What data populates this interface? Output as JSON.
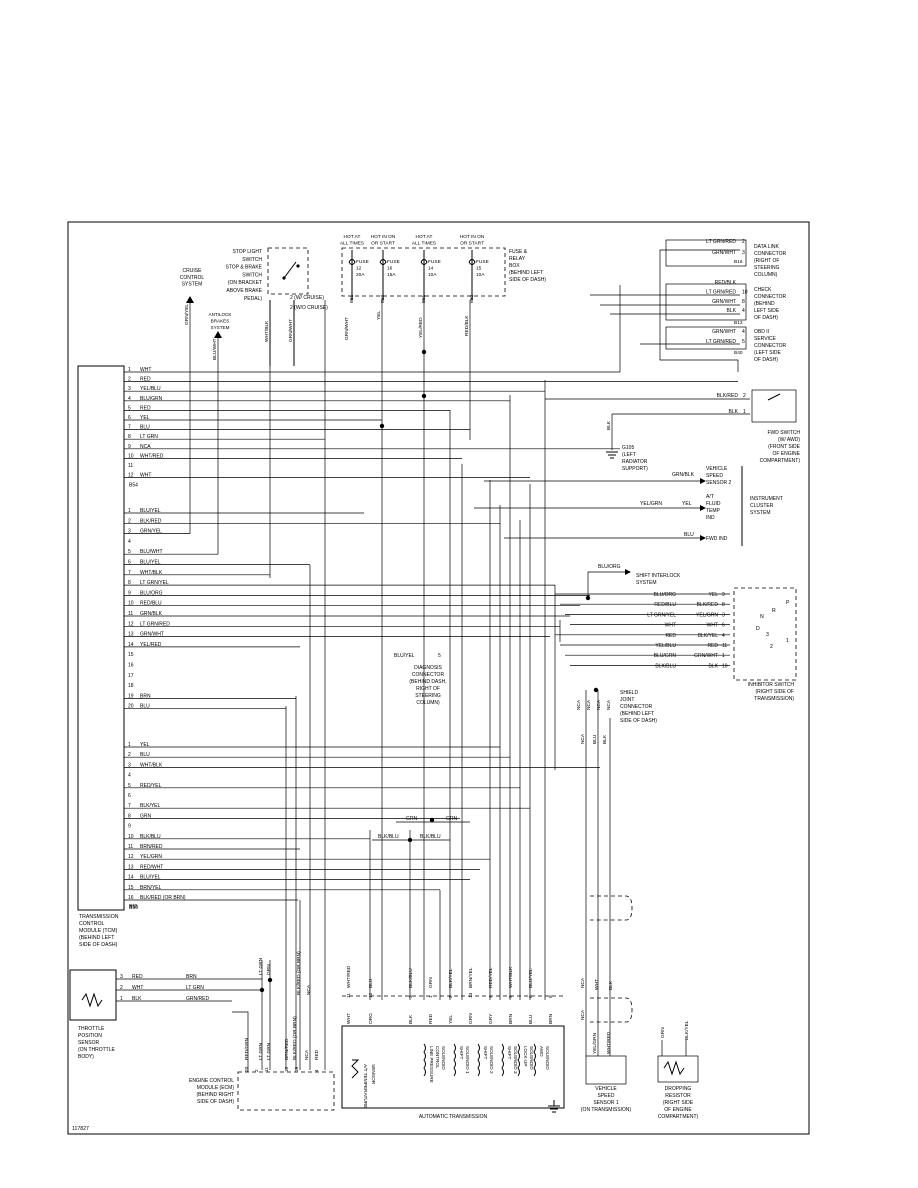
{
  "figure_id": "117827",
  "tcm": {
    "title": [
      "TRANSMISSION",
      "CONTROL",
      "MODULE (TCM)",
      "(BEHIND LEFT",
      "SIDE OF DASH)"
    ],
    "connectors": [
      {
        "name": "B54",
        "pins": [
          {
            "n": "1",
            "color": "WHT"
          },
          {
            "n": "2",
            "color": "RED"
          },
          {
            "n": "3",
            "color": "YEL/BLU"
          },
          {
            "n": "4",
            "color": "BLU/GRN"
          },
          {
            "n": "5",
            "color": "RED"
          },
          {
            "n": "6",
            "color": "YEL"
          },
          {
            "n": "7",
            "color": "BLU"
          },
          {
            "n": "8",
            "color": "LT GRN"
          },
          {
            "n": "9",
            "color": "NCA"
          },
          {
            "n": "10",
            "color": "WHT/RED"
          },
          {
            "n": "11",
            "color": ""
          },
          {
            "n": "12",
            "color": "WHT"
          }
        ]
      },
      {
        "name": "",
        "pins": [
          {
            "n": "1",
            "color": "BLU/YEL"
          },
          {
            "n": "2",
            "color": "BLK/RED"
          },
          {
            "n": "3",
            "color": "GRN/YEL"
          },
          {
            "n": "4",
            "color": ""
          },
          {
            "n": "5",
            "color": "BLU/WHT"
          },
          {
            "n": "6",
            "color": "BLU/YEL"
          },
          {
            "n": "7",
            "color": "WHT/BLK"
          },
          {
            "n": "8",
            "color": "LT GRN/YEL"
          },
          {
            "n": "9",
            "color": "BLU/ORG"
          },
          {
            "n": "10",
            "color": "RED/BLU"
          },
          {
            "n": "11",
            "color": "GRN/BLK"
          },
          {
            "n": "12",
            "color": "LT GRN/RED"
          },
          {
            "n": "13",
            "color": "GRN/WHT"
          },
          {
            "n": "14",
            "color": "YEL/RED"
          },
          {
            "n": "15",
            "color": ""
          },
          {
            "n": "16",
            "color": ""
          },
          {
            "n": "17",
            "color": ""
          },
          {
            "n": "18",
            "color": ""
          },
          {
            "n": "19",
            "color": "BRN"
          },
          {
            "n": "20",
            "color": "BLU"
          }
        ]
      },
      {
        "name": "B56",
        "pins": [
          {
            "n": "1",
            "color": "YEL"
          },
          {
            "n": "2",
            "color": "BLU"
          },
          {
            "n": "3",
            "color": "WHT/BLK"
          },
          {
            "n": "4",
            "color": ""
          },
          {
            "n": "5",
            "color": "RED/YEL"
          },
          {
            "n": "6",
            "color": ""
          },
          {
            "n": "7",
            "color": "BLK/YEL"
          },
          {
            "n": "8",
            "color": "GRN"
          },
          {
            "n": "9",
            "color": ""
          },
          {
            "n": "10",
            "color": "BLK/BLU"
          },
          {
            "n": "11",
            "color": "BRN/RED"
          },
          {
            "n": "12",
            "color": "YEL/GRN"
          },
          {
            "n": "13",
            "color": "RED/WHT"
          },
          {
            "n": "14",
            "color": "BLU/YEL"
          },
          {
            "n": "15",
            "color": "BRN/YEL"
          },
          {
            "n": "16",
            "color": "BLK/RED (OR BRN)"
          }
        ]
      }
    ],
    "bottom_connector": "B55"
  },
  "top": {
    "stop_light_switch": [
      "STOP LIGHT",
      "SWITCH",
      "STOP & BRAKE",
      "SWITCH",
      "(ON BRACKET",
      "ABOVE BRAKE",
      "PEDAL)"
    ],
    "stop_pins": [
      "2 (W/ CRUISE)",
      "2 (W/O CRUISE)"
    ],
    "cruise": [
      "CRUISE",
      "CONTROL",
      "SYSTEM"
    ],
    "antilock": [
      "ANTILOCK",
      "BRAKES",
      "SYSTEM"
    ],
    "hot_labels": [
      [
        "HOT AT",
        "ALL TIMES"
      ],
      [
        "HOT IN ON",
        "OR START"
      ],
      [
        "HOT AT",
        "ALL TIMES"
      ],
      [
        "HOT IN ON",
        "OR START"
      ]
    ],
    "fuses": [
      [
        "FUSE",
        "12",
        "20A"
      ],
      [
        "FUSE",
        "16",
        "15A"
      ],
      [
        "FUSE",
        "14",
        "10A"
      ],
      [
        "FUSE",
        "15",
        "10A"
      ]
    ],
    "fuse_box": [
      "FUSE &",
      "RELAY",
      "BOX",
      "(BEHIND LEFT",
      "SIDE OF DASH)"
    ],
    "fuse_pins": [
      "B51",
      "B50",
      "B51",
      "B52"
    ],
    "wires": [
      "GRN/YEL",
      "BLU/WHT",
      "WHT/BLK",
      "GRN/WHT",
      "GRN/WHT",
      "YEL",
      "YEL/RED",
      "RED/BLK"
    ]
  },
  "right": {
    "data_link": [
      "DATA LINK",
      "CONNECTOR",
      "(RIGHT OF",
      "STEERING",
      "COLUMN)"
    ],
    "data_link_wires": [
      [
        "LT GRN/RED",
        "2"
      ],
      [
        "GRN/WHT",
        "3"
      ]
    ],
    "data_link_conn": "B16",
    "check": [
      "CHECK",
      "CONNECTOR",
      "(BEHIND",
      "LEFT SIDE",
      "OF DASH)"
    ],
    "check_wires": [
      [
        "RED/BLK",
        ""
      ],
      [
        "LT GRN/RED",
        "10"
      ],
      [
        "GRN/WHT",
        "8"
      ],
      [
        "BLK",
        "4"
      ]
    ],
    "check_conn": "B13",
    "obd": [
      "OBD II",
      "SERVICE",
      "CONNECTOR",
      "(LEFT SIDE",
      "OF DASH)"
    ],
    "obd_wires": [
      [
        "GRN/WHT",
        "4"
      ],
      [
        "LT GRN/RED",
        "5"
      ]
    ],
    "obd_conn": "B40",
    "fwd": [
      "FWD SWITCH",
      "(W/ AWD)",
      "(FRONT SIDE",
      "OF ENGINE",
      "COMPARTMENT)"
    ],
    "fwd_wires": [
      [
        "BLK/RED",
        "2"
      ],
      [
        "BLK",
        "1"
      ]
    ],
    "ground": [
      "G105",
      "(LEFT",
      "RADIATOR",
      "SUPPORT)"
    ],
    "vss2": [
      "VEHICLE",
      "SPEED",
      "SENSOR 2"
    ],
    "vss2_wire": "GRN/BLK",
    "at_fluid": [
      "A/T",
      "FLUID",
      "TEMP",
      "IND"
    ],
    "at_wires": [
      "YEL/GRN",
      "YEL"
    ],
    "fwd_ind": "FWD IND",
    "fwd_ind_wire": "BLU",
    "cluster": [
      "INSTRUMENT",
      "CLUSTER",
      "SYSTEM"
    ],
    "shift_interlock": [
      "SHIFT INTERLOCK",
      "SYSTEM"
    ],
    "shift_interlock_wire": "BLU/ORG",
    "inhibitor": [
      "INHIBITOR SWITCH",
      "(RIGHT SIDE OF",
      "TRANSMISSION)"
    ],
    "inhibitor_rows": [
      [
        "BLU/ORG",
        "YEL",
        "9"
      ],
      [
        "RED/BLU",
        "BLK/RED",
        "8"
      ],
      [
        "LT GRN/YEL",
        "YEL/GRN",
        "3"
      ],
      [
        "WHT",
        "WHT",
        "6"
      ],
      [
        "RED",
        "BLK/YEL",
        "4"
      ],
      [
        "YEL/BLU",
        "RED",
        "11"
      ],
      [
        "BLU/GRN",
        "GRN/WHT",
        "1"
      ],
      [
        "BLK/BLU",
        "BLK",
        "10"
      ]
    ],
    "inhibitor_positions": [
      "P",
      "R",
      "N",
      "D",
      "3",
      "2",
      "1"
    ],
    "diag": [
      "DIAGNOSIS",
      "CONNECTOR",
      "(BEHIND DASH,",
      "RIGHT OF",
      "STEERING",
      "COLUMN)"
    ],
    "diag_wire": [
      "BLU/YEL",
      "5"
    ],
    "shield": [
      "SHIELD",
      "JOINT",
      "CONNECTOR",
      "(BEHIND LEFT",
      "SIDE OF DASH)"
    ],
    "shield_wires": [
      "NCA",
      "NCA",
      "NCA",
      "NCA",
      "BLU",
      "BLK"
    ]
  },
  "bottom": {
    "throttle": [
      "THROTTLE",
      "POSITION",
      "SENSOR",
      "(ON THROTTLE",
      "BODY)"
    ],
    "throttle_wires": [
      [
        "3",
        "RED",
        "BRN"
      ],
      [
        "2",
        "WHT",
        "LT GRN"
      ],
      [
        "1",
        "BLK",
        "GRN/RED"
      ]
    ],
    "ecm": [
      "ENGINE CONTROL",
      "MODULE (ECM)",
      "(BEHIND RIGHT",
      "SIDE OF DASH)"
    ],
    "ecm_wires": [
      "RED/GRN",
      "LT GRN",
      "LT GRN",
      "BRN/RED",
      "BLK/RED (OR BRN)",
      "NCA",
      "RED"
    ],
    "ecm_upper": [
      "LT GRN",
      "GRN",
      "BLK/RED (OR BRN)",
      "NCA"
    ],
    "ecm_pins": [
      "20",
      "2",
      "11",
      "10",
      "19",
      "4"
    ],
    "at_label": "AUTOMATIC TRANSMISSION",
    "at_sensor": [
      "A/T TEMPERATURE",
      "SENSOR"
    ],
    "solenoids": [
      [
        "LINE PRESSURE",
        "CONTROL",
        "SOLENOID"
      ],
      [
        "SHIFT",
        "SOLENOID 1"
      ],
      [
        "SHIFT",
        "SOLENOID 2"
      ],
      [
        "SHIFT",
        "SOLENOID 3"
      ],
      [
        "LOCK-UP",
        "SOLENOID"
      ],
      [
        "AWD",
        "SOLENOID"
      ]
    ],
    "at_wires_top": [
      "WHT/RED",
      "BLU",
      "BLK/BLU",
      "GRN",
      "BLK/YEL",
      "BRN/YEL",
      "RED/YEL",
      "WHT/BLK",
      "BLU/YEL"
    ],
    "at_pins": [
      "11",
      "12",
      "3",
      "1",
      "2",
      "13",
      "4",
      "5",
      "6",
      "8"
    ],
    "at_wires_bot": [
      "WHT",
      "ORG",
      "BLK",
      "RED",
      "YEL",
      "GRN",
      "GRY",
      "BRN",
      "BLU",
      "BRN"
    ],
    "vss1": [
      "VEHICLE",
      "SPEED",
      "SENSOR 1",
      "(ON TRANSMISSION)"
    ],
    "vss1_wires": [
      "YEL/GRN",
      "WHT/RED",
      "NCA",
      "WHT",
      "BLK",
      "NCA"
    ],
    "dropping": [
      "DROPPING",
      "RESISTOR",
      "(RIGHT SIDE",
      "OF ENGINE",
      "COMPARTMENT)"
    ],
    "dropping_wires": [
      "GRN",
      "BLK/YEL"
    ],
    "mid_wires": [
      [
        "GRN",
        "GRN"
      ],
      [
        "BLK/BLU",
        "BLK/BLU"
      ]
    ]
  }
}
